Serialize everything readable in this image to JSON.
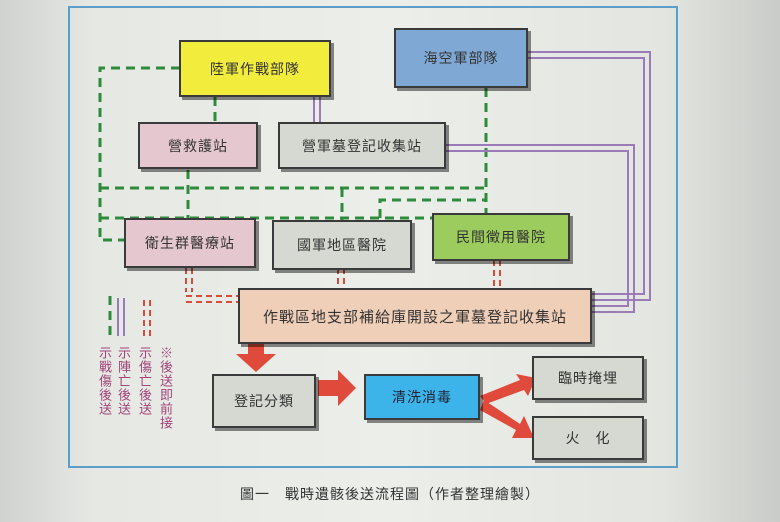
{
  "nodes": {
    "army_combat": "陸軍作戰部隊",
    "navy_air": "海空軍部隊",
    "rescue_station": "營救護站",
    "camp_grave_station": "營軍墓登記收集站",
    "health_group_station": "衛生群醫療站",
    "army_regional_hospital": "國軍地區醫院",
    "civilian_hospital": "民間徵用醫院",
    "depot_collection_station": "作戰區地支部補給庫開設之軍墓登記收集站",
    "registration": "登記分類",
    "disinfection": "清洗消毒",
    "temporary_burial": "臨時掩埋",
    "cremation": "火　化"
  },
  "legend": {
    "green": "示戰傷後送",
    "purple": "示陣亡後送",
    "red": "示傷亡後送",
    "note": "※後送即前接"
  },
  "caption": "圖一　戰時遺骸後送流程圖（作者整理繪製）",
  "colors": {
    "frame": "#5a9ec9",
    "green_line": "#2e8b3c",
    "purple_line": "#9a7bb8",
    "red_line": "#d84a3a",
    "yellow_box": "#f2ec3c",
    "blue_box": "#7fa9d4",
    "pink_box": "#e5c7cf",
    "gray_box": "#d6d8d2",
    "green_box": "#9ccb5e",
    "peach_box": "#f0cfb8",
    "cyan_box": "#3cb4ea"
  }
}
